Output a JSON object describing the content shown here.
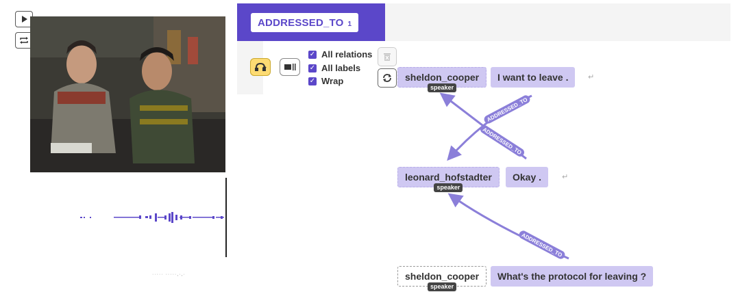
{
  "relation": {
    "name": "ADDRESSED_TO",
    "count": "1",
    "accent": "#5b47c9"
  },
  "options": [
    {
      "label": "All relations",
      "checked": true
    },
    {
      "label": "All labels",
      "checked": true
    },
    {
      "label": "Wrap",
      "checked": true
    }
  ],
  "icons": {
    "play": "play-icon",
    "loop": "loop-icon",
    "connect": "connect-mode-icon",
    "layout": "layout-toggle-icon",
    "delete": "trash-icon",
    "refresh": "refresh-icon",
    "newline": "newline-icon"
  },
  "graph": {
    "nodes": [
      {
        "speaker": "sheldon_cooper",
        "tag": "speaker",
        "utterance": "I want to leave .",
        "newline": "↵"
      },
      {
        "speaker": "leonard_hofstadter",
        "tag": "speaker",
        "utterance": "Okay .",
        "newline": "↵"
      },
      {
        "speaker": "sheldon_cooper",
        "tag": "speaker",
        "utterance": "What's the protocol for leaving ?"
      }
    ],
    "edges": [
      {
        "label": "ADDRESSED_TO",
        "from": "I want to leave .",
        "to": "leonard_hofstadter"
      },
      {
        "label": "ADDRESSED_TO",
        "from": "Okay .",
        "to": "sheldon_cooper"
      },
      {
        "label": "ADDRESSED_TO",
        "from": "What's the protocol for leaving ?",
        "to": "leonard_hofstadter"
      }
    ],
    "edge_color": "#8b7fd9"
  },
  "timeline": {
    "ticks": "····· ·····,·,·"
  }
}
